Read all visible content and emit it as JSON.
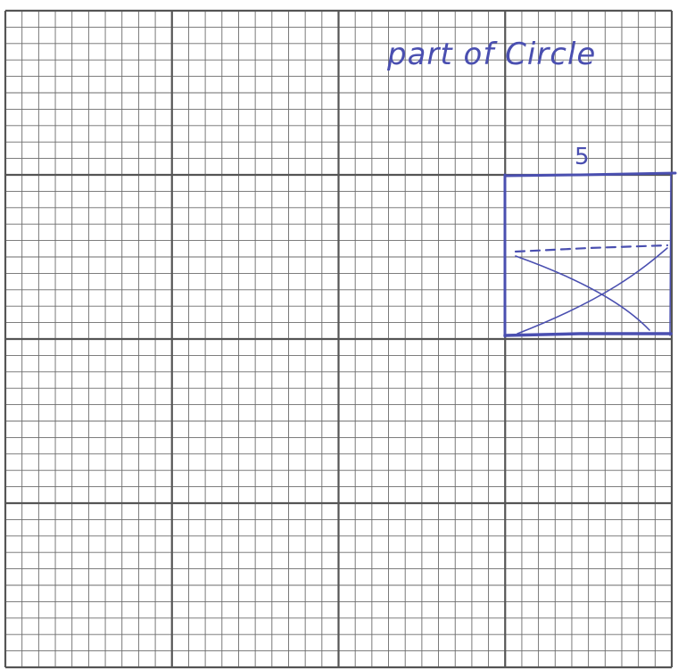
{
  "annotation": {
    "heading": "part of Circle",
    "dimension_label": "5"
  },
  "colors": {
    "paper": "#ffffff",
    "fine_grid": "#6b6b6b",
    "major_grid": "#555555",
    "ink": "#4a4fb0"
  },
  "grid": {
    "major_blocks": 4,
    "minor_per_major": 10
  }
}
